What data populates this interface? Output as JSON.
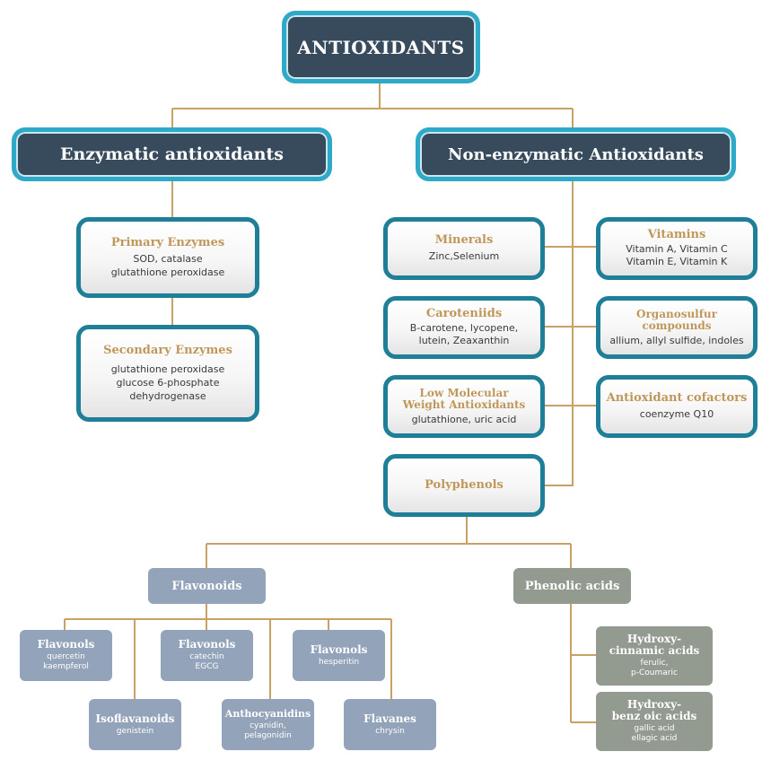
{
  "root": {
    "title": "ANTIOXIDANTS"
  },
  "enzymatic": {
    "title": "Enzymatic antioxidants"
  },
  "non_enzymatic": {
    "title": "Non-enzymatic Antioxidants"
  },
  "primary_enzymes": {
    "title": "Primary Enzymes",
    "desc": "SOD, catalase\nglutathione peroxidase"
  },
  "secondary_enzymes": {
    "title": "Secondary Enzymes",
    "desc": "glutathione peroxidase\nglucose 6-phosphate\ndehydrogenase"
  },
  "minerals": {
    "title": "Minerals",
    "desc": "Zinc,Selenium"
  },
  "vitamins": {
    "title": "Vitamins",
    "desc": "Vitamin A, Vitamin C\nVitamin E, Vitamin K"
  },
  "carotenoids": {
    "title": "Caroteniids",
    "desc": "B-carotene, lycopene,\nlutein, Zeaxanthin"
  },
  "organosulfur": {
    "title": "Organosulfur\ncompounds",
    "desc": "allium, allyl sulfide, indoles"
  },
  "low_molecular": {
    "title": "Low Molecular\nWeight Antioxidants",
    "desc": "glutathione, uric acid"
  },
  "cofactors": {
    "title": "Antioxidant cofactors",
    "desc": "coenzyme Q10"
  },
  "polyphenols": {
    "title": "Polyphenols"
  },
  "flavonoids": {
    "title": "Flavonoids"
  },
  "phenolic_acids": {
    "title": "Phenolic acids"
  },
  "flavonols_1": {
    "title": "Flavonols",
    "desc": "quercetin\nkaempferol"
  },
  "flavonols_2": {
    "title": "Flavonols",
    "desc": "catechin\nEGCG"
  },
  "flavonols_3": {
    "title": "Flavonols",
    "desc": "hesperitin"
  },
  "isoflavanoids": {
    "title": "Isoflavanoids",
    "desc": "genistein"
  },
  "anthocyanidins": {
    "title": "Anthocyanidins",
    "desc": "cyanidin,\npelagonidin"
  },
  "flavanes": {
    "title": "Flavanes",
    "desc": "chrysin"
  },
  "hydroxycinnamic": {
    "title": "Hydroxy-\ncinnamic acids",
    "desc": "ferulic,\np-Coumaric"
  },
  "hydroxybenzoic": {
    "title": "Hydroxy-\nbenz oic acids",
    "desc": "gallic acid\nellagic acid"
  },
  "colors": {
    "connector": "#c8a265",
    "dark_fill": "#374b5d",
    "dark_border": "#2ea9c7",
    "card_border": "#1f7f98",
    "card_title": "#c0975a",
    "flavonoid_fill": "#93a3ba",
    "phenolic_fill": "#939b91"
  }
}
